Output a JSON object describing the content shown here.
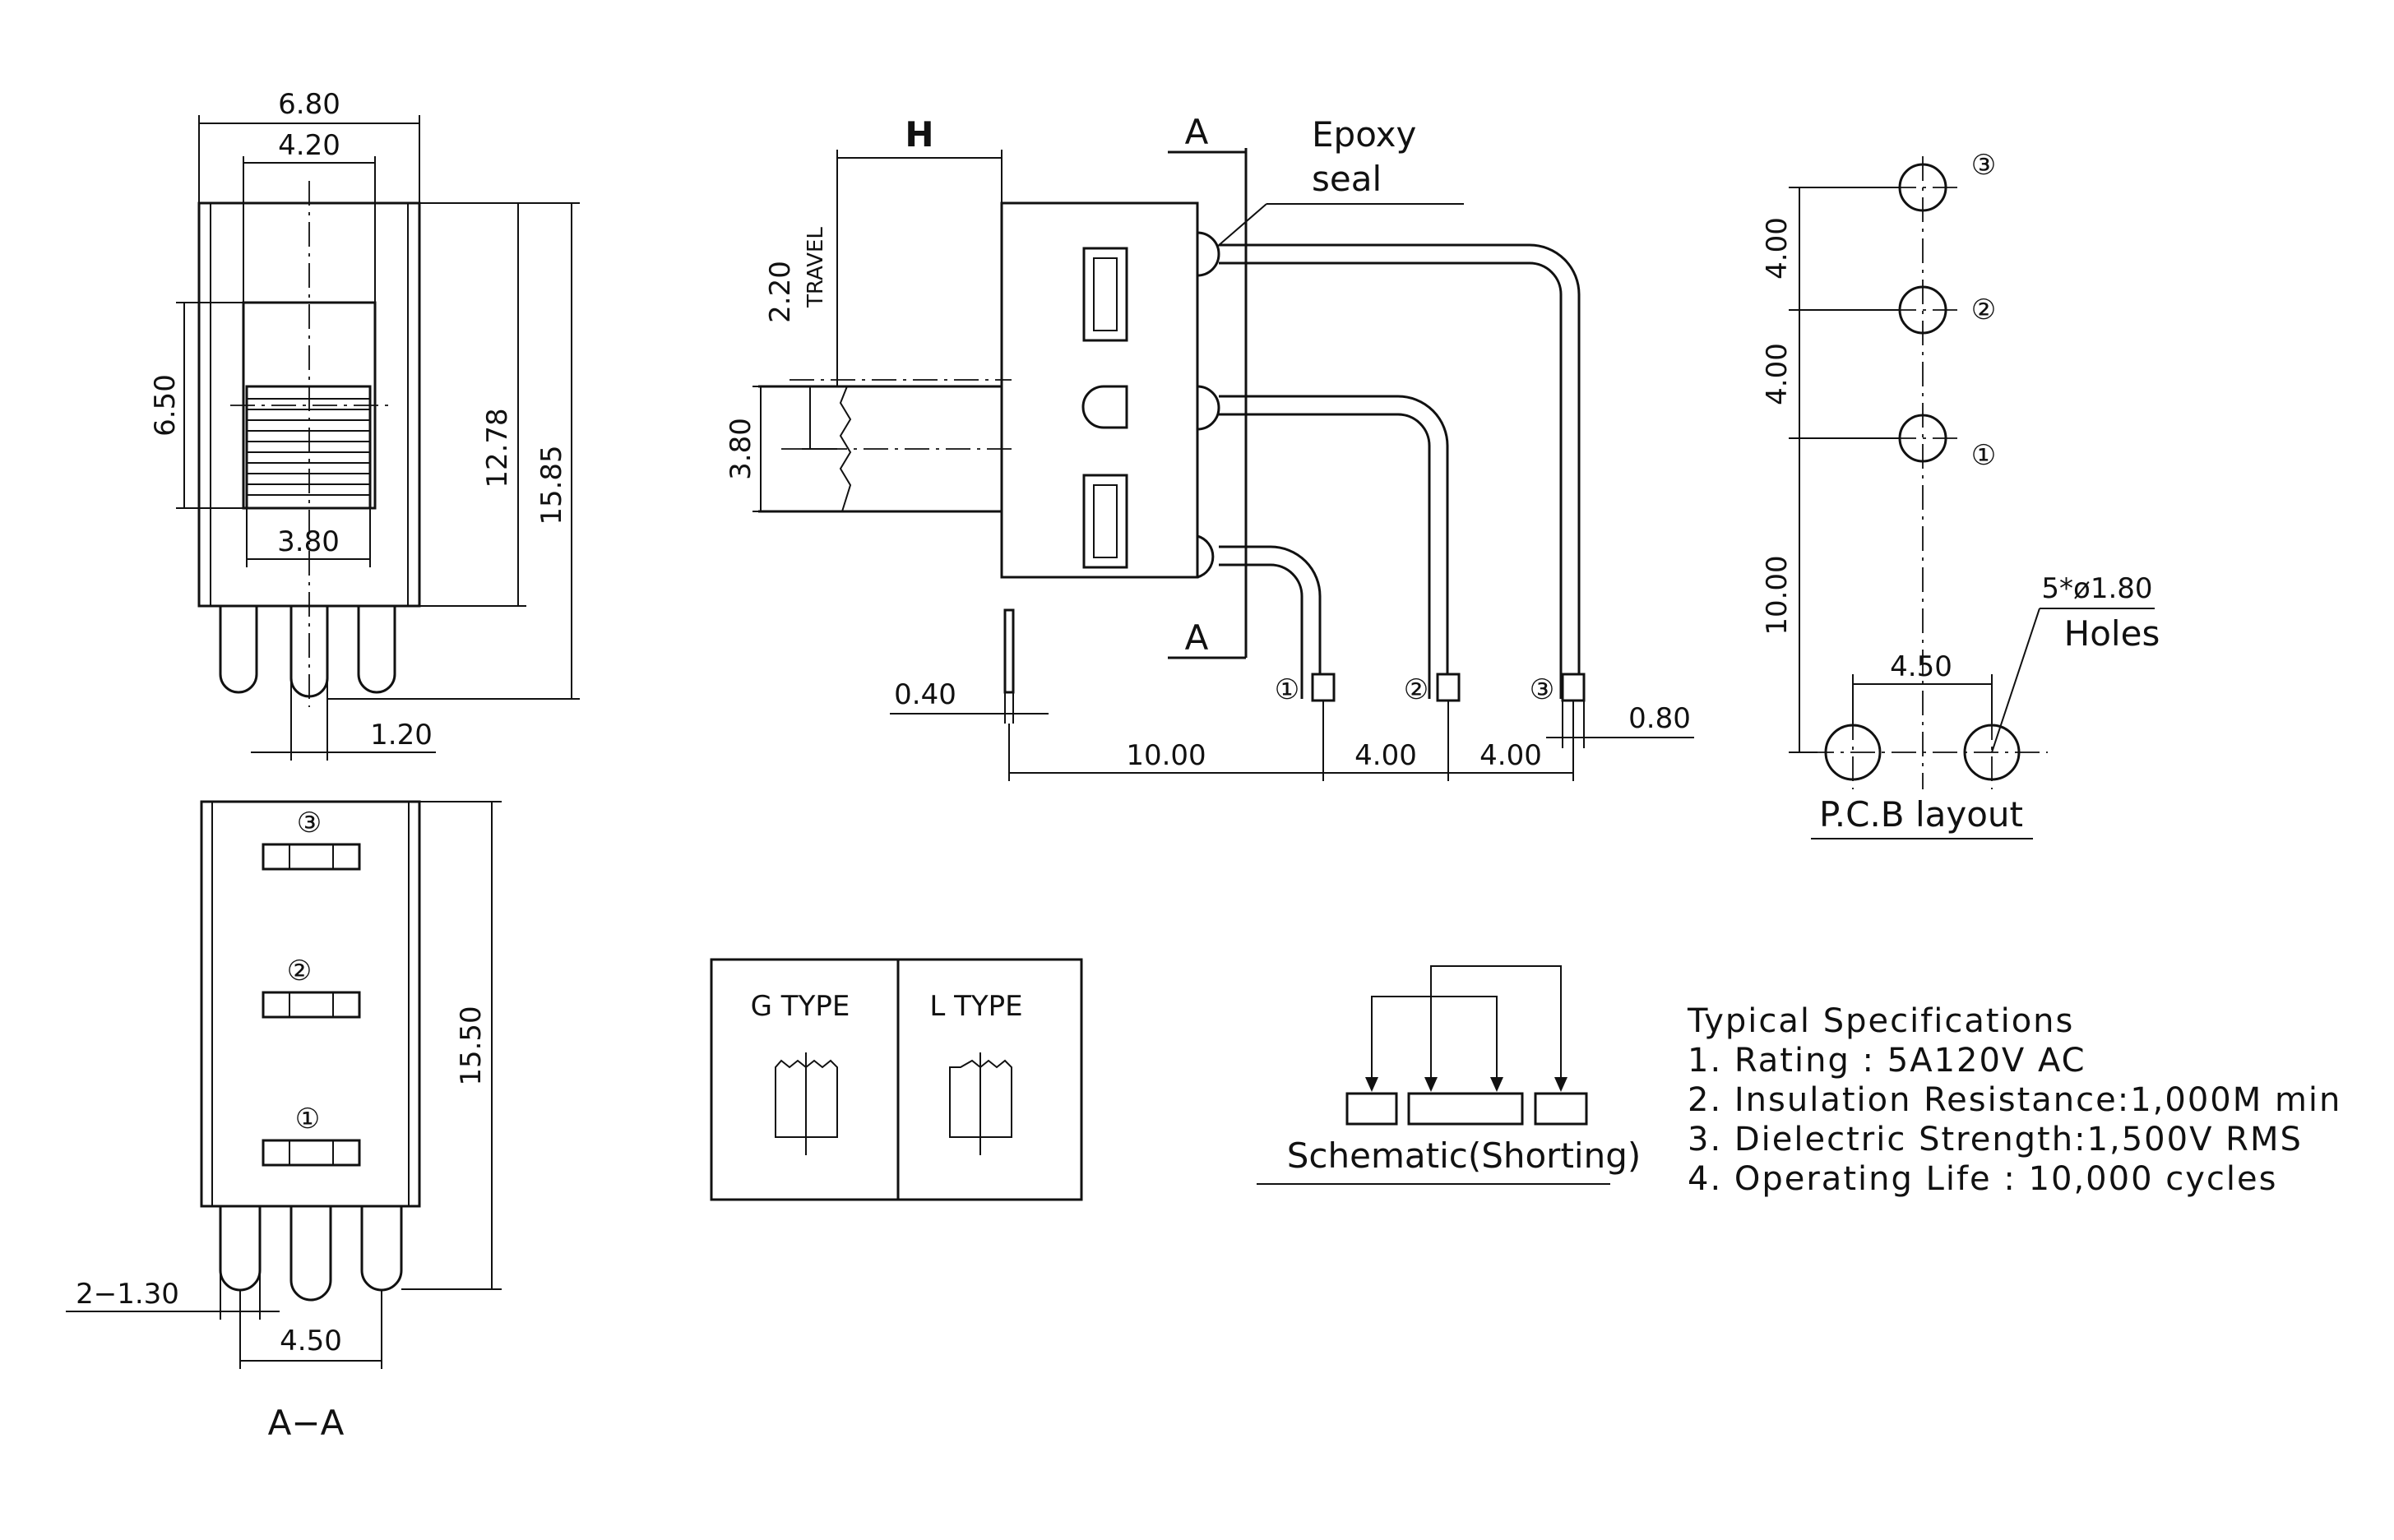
{
  "front_view": {
    "width_overall": "6.80",
    "width_inner": "4.20",
    "height_window": "6.50",
    "height_body": "12.78",
    "height_overall": "15.85",
    "actuator_width": "3.80",
    "pin_spacing": "1.20"
  },
  "side_view": {
    "h_label": "H",
    "travel_label": "TRAVEL",
    "travel_value": "2.20",
    "actuator_height": "3.80",
    "section_label_top": "A",
    "section_label_bottom": "A",
    "epoxy_label_line1": "Epoxy",
    "epoxy_label_line2": "seal",
    "pin_thickness": "0.40",
    "pin_width": "0.80",
    "dim_offset": "10.00",
    "dim_pitch_1": "4.00",
    "dim_pitch_2": "4.00",
    "pin_marks": [
      "①",
      "②",
      "③"
    ]
  },
  "pcb_layout": {
    "pitch_1": "4.00",
    "pitch_2": "4.00",
    "offset": "10.00",
    "hole_spacing": "4.50",
    "holes_spec": "5*ø1.80",
    "holes_label": "Holes",
    "title": "P.C.B layout",
    "pin_marks": [
      "③",
      "②",
      "①"
    ]
  },
  "section_view": {
    "height": "15.50",
    "pin_width_label": "2−1.30",
    "pin_spacing": "4.50",
    "title": "A−A",
    "pin_marks": [
      "③",
      "②",
      "①"
    ]
  },
  "types": {
    "g_type": "G TYPE",
    "l_type": "L TYPE"
  },
  "schematic": {
    "title": "Schematic(Shorting)"
  },
  "specifications": {
    "title": "Typical Specifications",
    "items": [
      "1. Rating : 5A120V AC",
      "2. Insulation Resistance:1,000M min",
      "3. Dielectric Strength:1,500V RMS",
      "4. Operating Life : 10,000 cycles"
    ]
  }
}
